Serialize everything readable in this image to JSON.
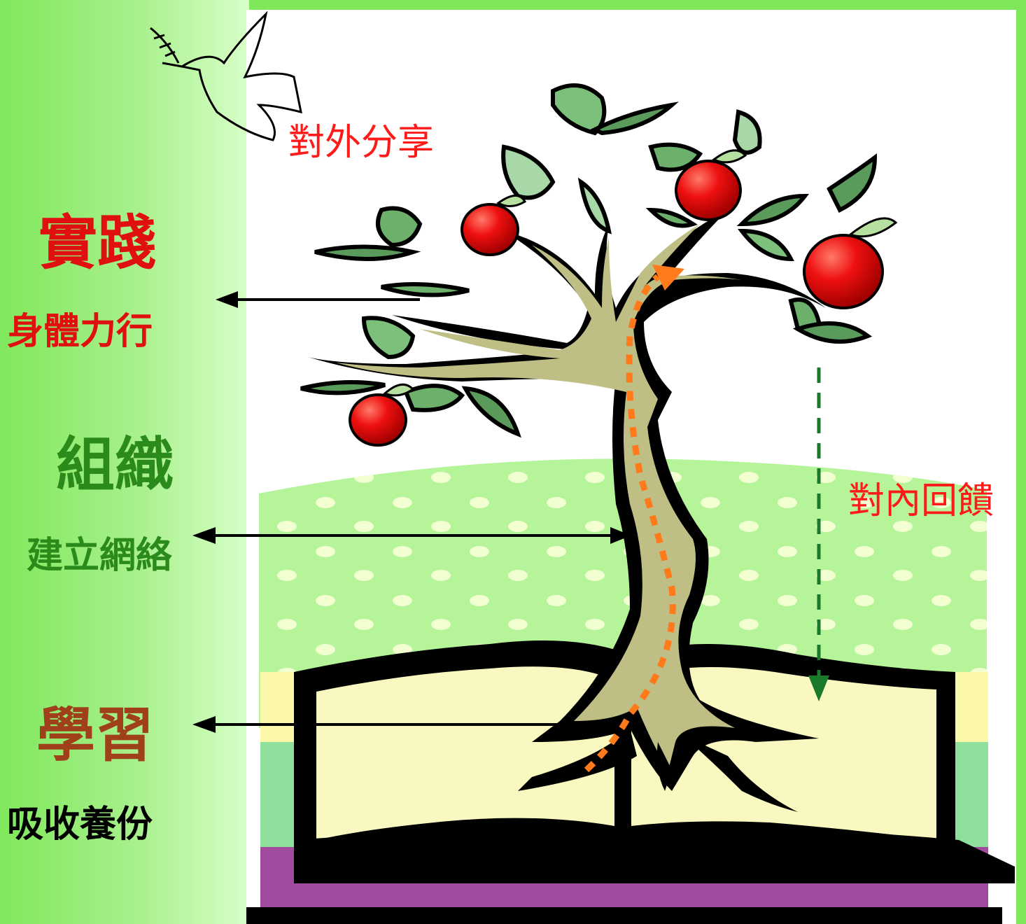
{
  "labels": {
    "practice": "實踐",
    "practice_sub": "身體力行",
    "organize": "組織",
    "organize_sub": "建立網絡",
    "learn": "學習",
    "learn_sub": "吸收養份",
    "share": "對外分享",
    "feedback": "對內回饋"
  },
  "colors": {
    "practice": "#e01010",
    "organize": "#2a8a1a",
    "learn": "#a0401a",
    "learn_sub": "#000000",
    "share": "#ff1a1a",
    "feedback": "#ff1a1a",
    "sap_flow": "#ff7a1a",
    "feedback_arrow": "#1a7a2a"
  },
  "icons": [
    "dove-icon",
    "apple-icon",
    "leaf-icon",
    "book-icon",
    "tree-icon"
  ]
}
